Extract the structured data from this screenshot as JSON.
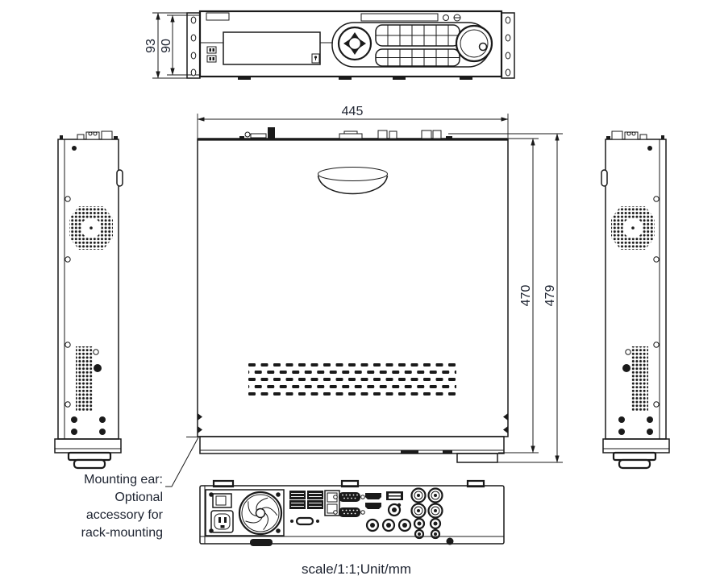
{
  "colors": {
    "ink": "#1a1a1a",
    "background": "#ffffff"
  },
  "front_view": {
    "height_outer_mm": "93",
    "height_inner_mm": "90"
  },
  "top_view": {
    "width_mm": "445",
    "depth_inner_mm": "470",
    "depth_outer_mm": "479"
  },
  "mounting_note": {
    "line1": "Mounting ear:",
    "line2": "Optional",
    "line3": "accessory for",
    "line4": "rack-mounting"
  },
  "footer": {
    "scale_note": "scale/1:1;Unit/mm"
  }
}
